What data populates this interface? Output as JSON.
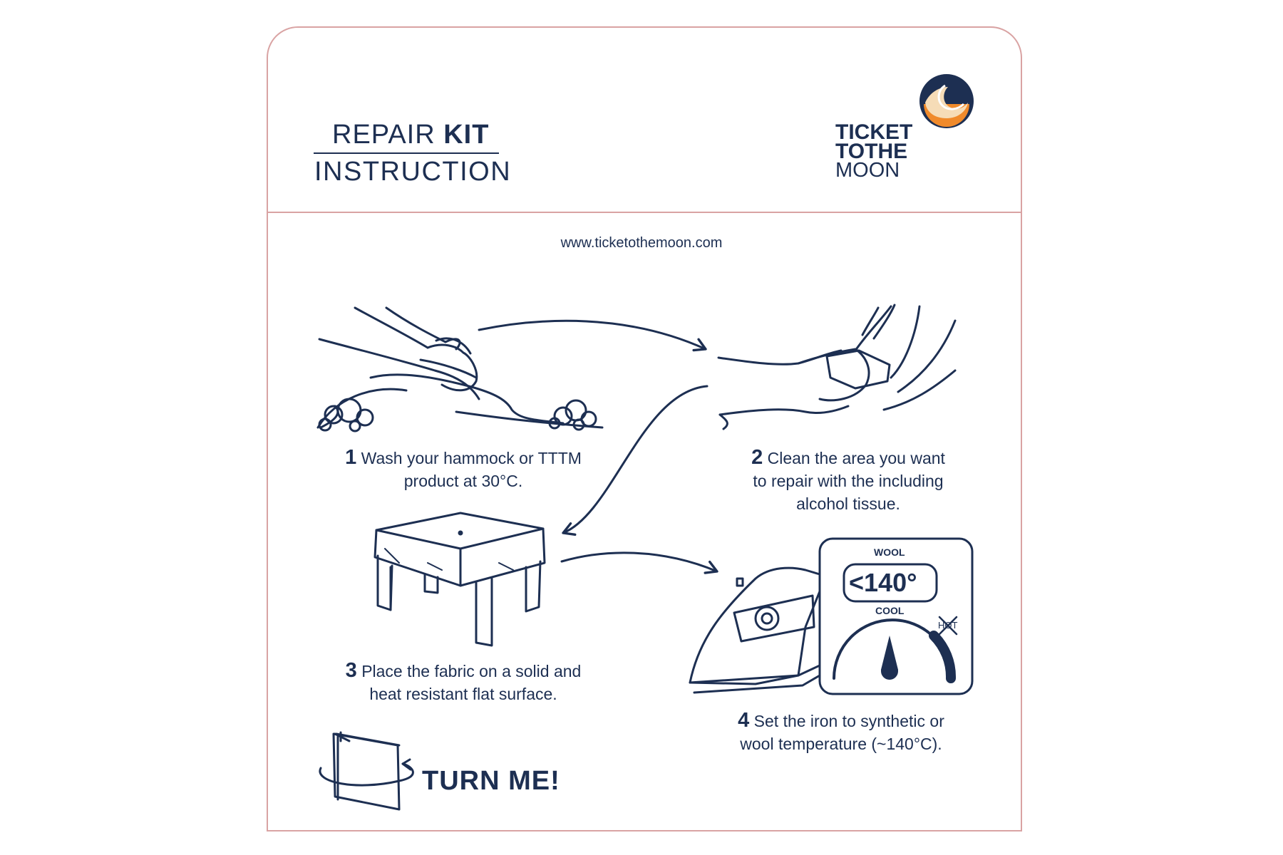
{
  "header": {
    "title_word1": "REPAIR",
    "title_word2": "KIT",
    "subtitle": "INSTRUCTION"
  },
  "logo": {
    "line1": "TICKET",
    "line2": "TOTHE",
    "line3": "MOON",
    "colors": {
      "navy": "#1d2f52",
      "orange": "#f08a2b",
      "cream": "#f6dcb7"
    }
  },
  "website": "www.ticketothemoon.com",
  "steps": [
    {
      "number": "1",
      "line1": "Wash your hammock or TTTM",
      "line2": "product at 30°C."
    },
    {
      "number": "2",
      "line1": "Clean the area you want",
      "line2": "to repair with the including",
      "line3": "alcohol tissue."
    },
    {
      "number": "3",
      "line1": "Place the fabric on a solid and",
      "line2": "heat resistant flat surface."
    },
    {
      "number": "4",
      "line1": "Set the iron to synthetic or",
      "line2": "wool temperature (~140°C)."
    }
  ],
  "iron_dial": {
    "wool": "WOOL",
    "temperature": "<140°",
    "cool": "COOL",
    "hot": "HOT"
  },
  "turn_me": "TURN ME!",
  "colors": {
    "ink": "#1d2f52",
    "border": "#d9a3a3",
    "background": "#ffffff"
  }
}
